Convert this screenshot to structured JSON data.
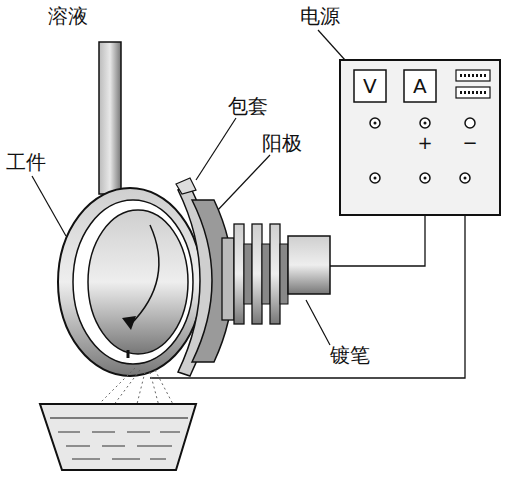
{
  "diagram": {
    "labels": [
      "溶液",
      "电源",
      "包套",
      "阳极",
      "工件",
      "V",
      "A",
      "+",
      "−",
      "镀笔"
    ]
  }
}
